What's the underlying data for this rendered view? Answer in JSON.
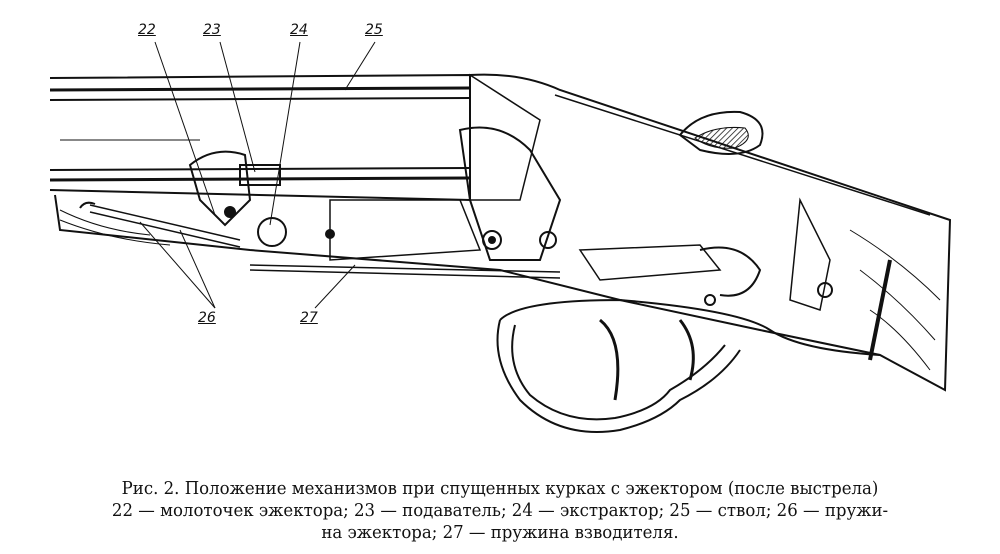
{
  "figure": {
    "callouts": [
      {
        "id": "22",
        "label": "22"
      },
      {
        "id": "23",
        "label": "23"
      },
      {
        "id": "24",
        "label": "24"
      },
      {
        "id": "25",
        "label": "25"
      },
      {
        "id": "26",
        "label": "26"
      },
      {
        "id": "27",
        "label": "27"
      }
    ],
    "caption": {
      "prefix": "Рис. 2.",
      "title": "Положение механизмов при спущенных курках с эжектором (после выстрела)",
      "legend": "22 — молоточек эжектора; 23 — подаватель; 24 — экстрактор; 25 — ствол; 26 — пружи-",
      "legend_cont": "на эжектора; 27 — пружина взводителя."
    }
  }
}
